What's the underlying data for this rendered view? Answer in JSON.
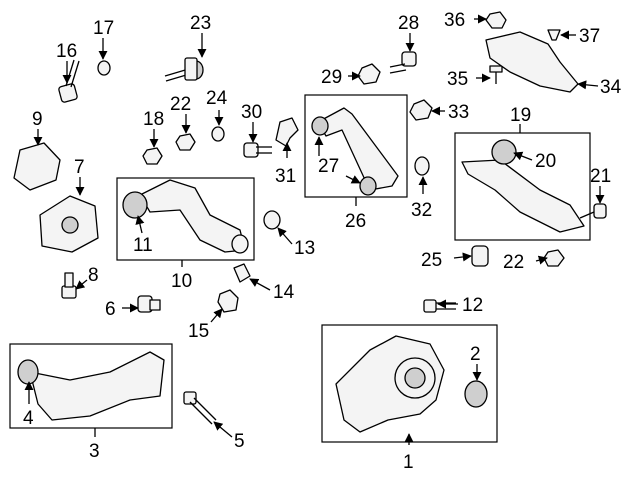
{
  "callouts": {
    "c1": "1",
    "c2": "2",
    "c3": "3",
    "c4": "4",
    "c5": "5",
    "c6": "6",
    "c7": "7",
    "c8": "8",
    "c9": "9",
    "c10": "10",
    "c11": "11",
    "c12": "12",
    "c13": "13",
    "c14": "14",
    "c15": "15",
    "c16": "16",
    "c17": "17",
    "c18": "18",
    "c19": "19",
    "c20": "20",
    "c21": "21",
    "c22a": "22",
    "c22b": "22",
    "c23": "23",
    "c24": "24",
    "c25": "25",
    "c26": "26",
    "c27": "27",
    "c28": "28",
    "c29": "29",
    "c30": "30",
    "c31": "31",
    "c32": "32",
    "c33": "33",
    "c34": "34",
    "c35": "35",
    "c36": "36",
    "c37": "37"
  }
}
